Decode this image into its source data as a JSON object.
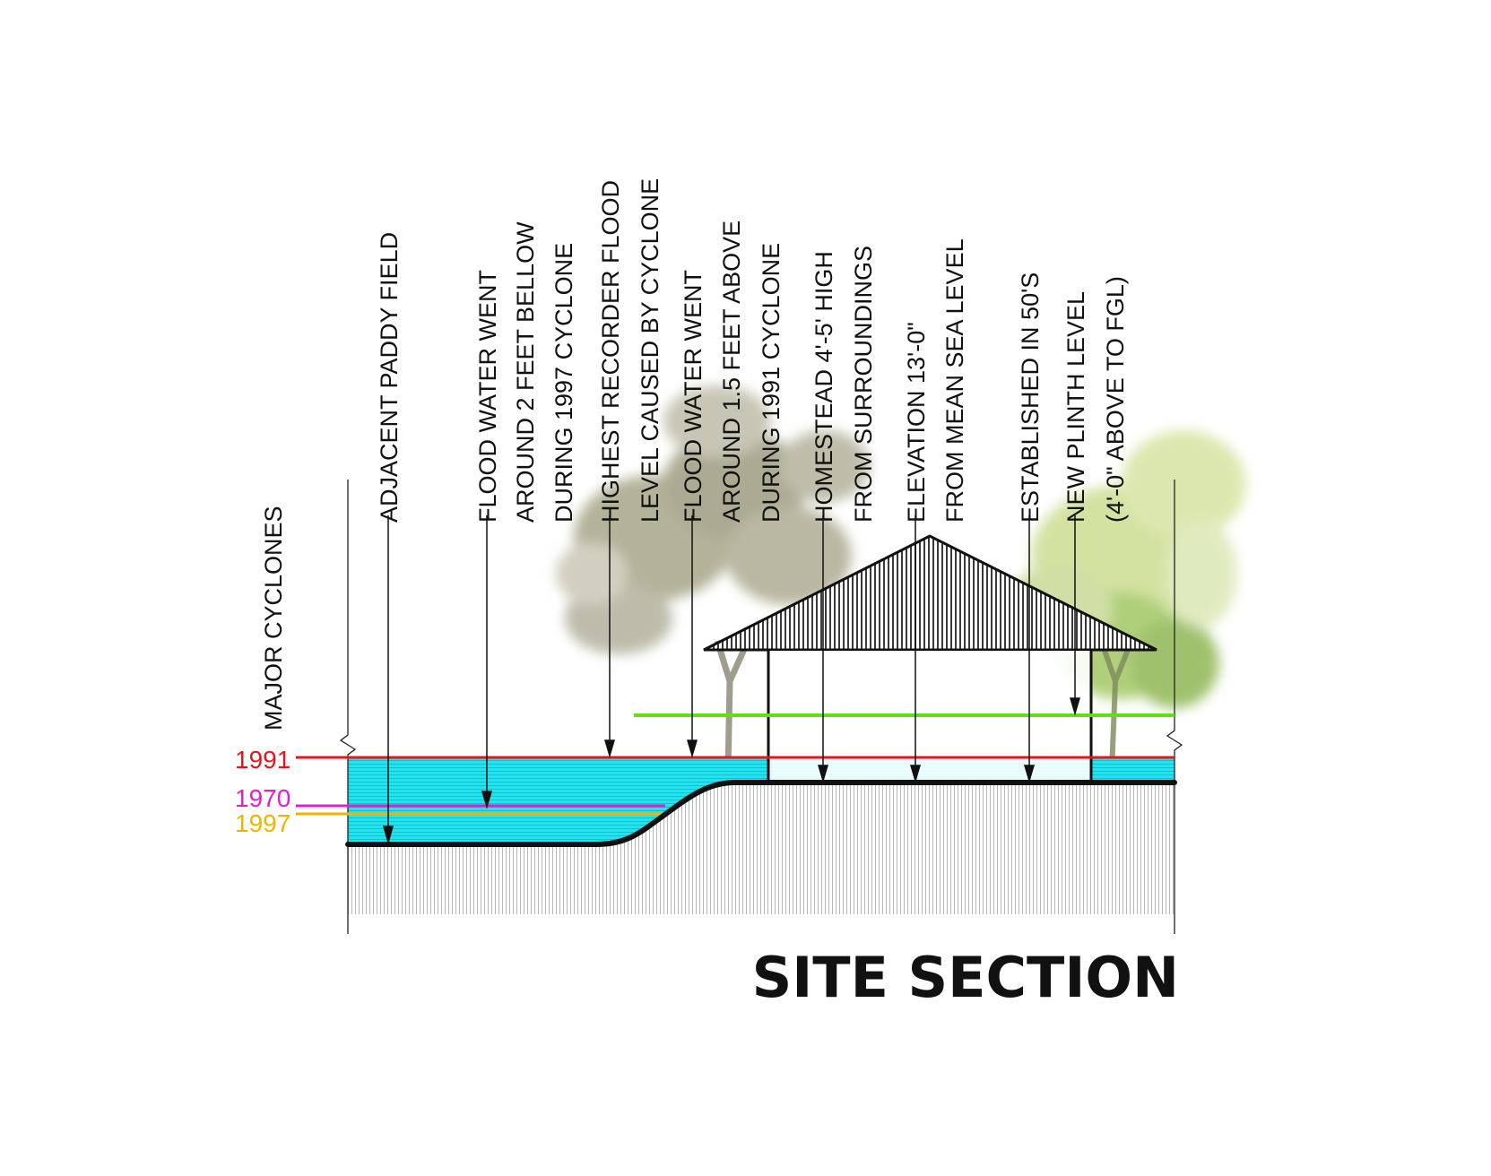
{
  "title": "SITE SECTION",
  "axis_label": "MAJOR CYCLONES",
  "cyclone_levels": [
    {
      "year": "1991",
      "color": "#e8141b"
    },
    {
      "year": "1970",
      "color": "#e020c8"
    },
    {
      "year": "1997",
      "color": "#f0b400"
    }
  ],
  "plinth_line_color": "#66dd11",
  "water_color": "#22e4ee",
  "annotations": [
    {
      "id": "paddy",
      "lines": [
        "ADJACENT PADDY FIELD"
      ]
    },
    {
      "id": "flood1997",
      "lines": [
        "FLOOD WATER WENT",
        "AROUND 2 FEET BELLOW",
        "DURING 1997 CYCLONE"
      ]
    },
    {
      "id": "highest",
      "lines": [
        "HIGHEST RECORDER FLOOD",
        "LEVEL CAUSED BY CYCLONE"
      ]
    },
    {
      "id": "flood1991",
      "lines": [
        "FLOOD WATER WENT",
        "AROUND 1.5 FEET ABOVE",
        "DURING 1991 CYCLONE"
      ]
    },
    {
      "id": "homestead",
      "lines": [
        "HOMESTEAD 4'-5' HIGH",
        "FROM SURROUNDINGS"
      ]
    },
    {
      "id": "elevation",
      "lines": [
        "ELEVATION 13'-0\"",
        "FROM MEAN SEA LEVEL"
      ]
    },
    {
      "id": "established",
      "lines": [
        "ESTABLISHED IN 50'S"
      ]
    },
    {
      "id": "plinth",
      "lines": [
        "NEW PLINTH LEVEL",
        "(4'-0\" ABOVE TO FGL)"
      ]
    }
  ]
}
